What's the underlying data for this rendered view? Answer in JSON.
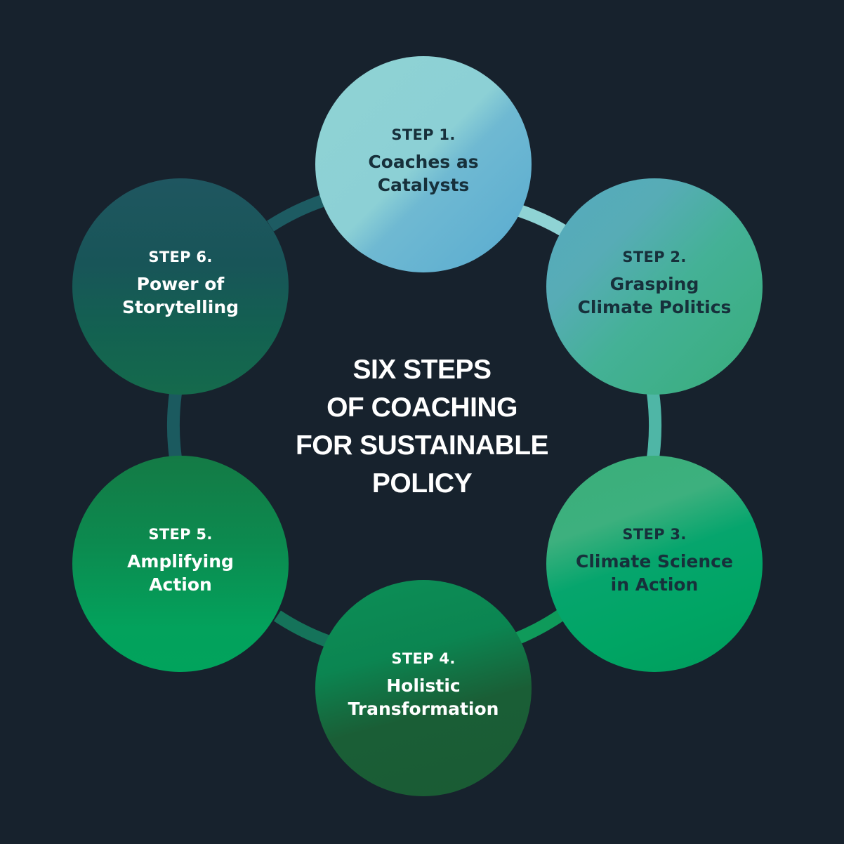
{
  "center_title": {
    "lines": [
      "SIX STEPS",
      "OF COACHING",
      "FOR SUSTAINABLE",
      "POLICY"
    ]
  },
  "steps": [
    {
      "label": "STEP 1.",
      "title_lines": [
        "Coaches as",
        "Catalysts"
      ]
    },
    {
      "label": "STEP 2.",
      "title_lines": [
        "Grasping",
        "Climate Politics"
      ]
    },
    {
      "label": "STEP 3.",
      "title_lines": [
        "Climate Science",
        "in Action"
      ]
    },
    {
      "label": "STEP 4.",
      "title_lines": [
        "Holistic",
        "Transformation"
      ]
    },
    {
      "label": "STEP 5.",
      "title_lines": [
        "Amplifying",
        "Action"
      ]
    },
    {
      "label": "STEP 6.",
      "title_lines": [
        "Power of",
        "Storytelling"
      ]
    }
  ],
  "colors": {
    "background": "#17222d",
    "ring_light": "#8fd3d4",
    "ring_teal": "#4fb6a6",
    "ring_green": "#0d8a52",
    "ring_dark": "#1b5a5f"
  }
}
